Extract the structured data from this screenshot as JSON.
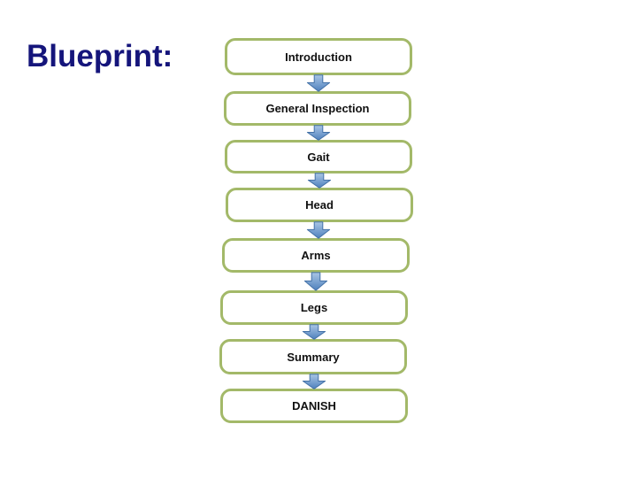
{
  "slide": {
    "title": "Blueprint:"
  },
  "flowchart": {
    "direction": "vertical",
    "connector": "down-block-arrow",
    "steps": [
      {
        "label": "Introduction"
      },
      {
        "label": "General Inspection"
      },
      {
        "label": "Gait"
      },
      {
        "label": "Head"
      },
      {
        "label": "Arms"
      },
      {
        "label": "Legs"
      },
      {
        "label": "Summary"
      },
      {
        "label": "DANISH"
      }
    ]
  },
  "colors": {
    "background": "#FFFFFF",
    "title": "#15157B",
    "box_border": "#A3B969",
    "box_fill": "#FFFFFF",
    "box_text": "#111111",
    "arrow_top": "#A9C5E5",
    "arrow_bottom": "#4F81BD",
    "arrow_border": "#4472A8"
  }
}
